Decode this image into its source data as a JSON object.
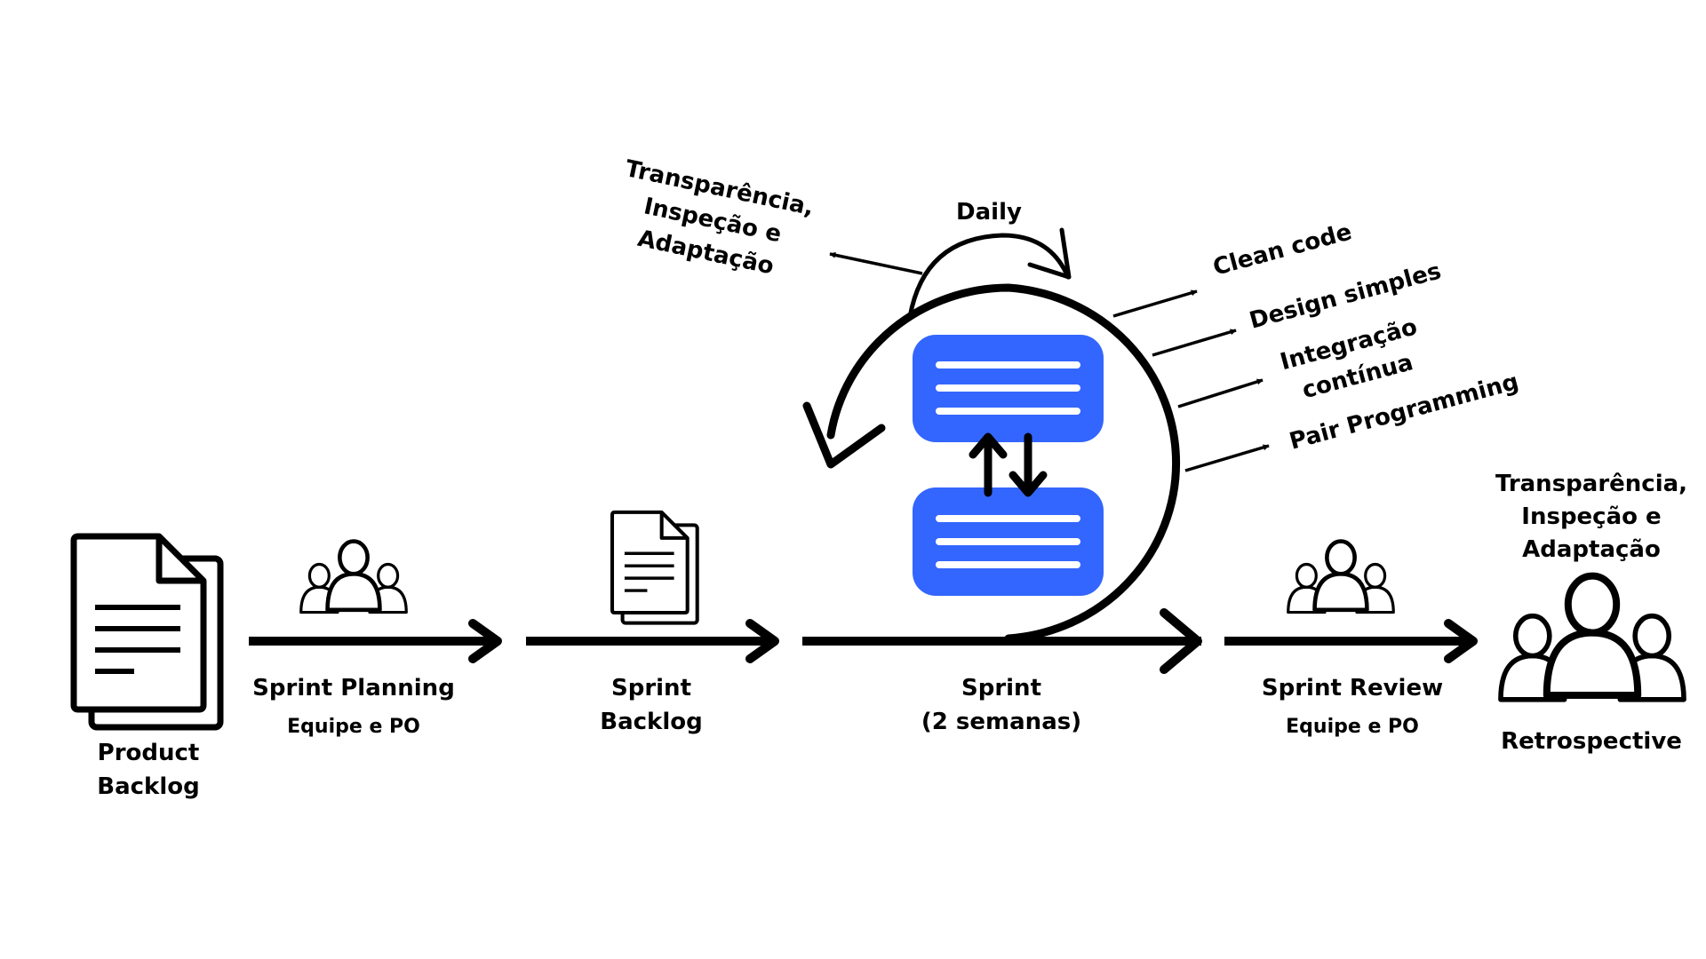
{
  "colors": {
    "ink": "#000000",
    "accent": "#3366FF",
    "background": "#FFFFFF",
    "line": "#FFFFFF"
  },
  "product_backlog": {
    "icon": "document-stack-icon",
    "line1": "Product",
    "line2": "Backlog"
  },
  "sprint_planning": {
    "icon": "team-icon",
    "title": "Sprint Planning",
    "subtitle": "Equipe e PO"
  },
  "sprint_backlog": {
    "icon": "document-stack-icon",
    "line1": "Sprint",
    "line2": "Backlog"
  },
  "sprint": {
    "line1": "Sprint",
    "line2": "(2 semanas)",
    "daily": "Daily",
    "icon": "sprint-cycle-icon",
    "swap_icon": "swap-arrows-icon"
  },
  "daily_values": {
    "line1": "Transparência,",
    "line2": "Inspeção e",
    "line3": "Adaptação"
  },
  "practices": [
    {
      "line1": "Clean code"
    },
    {
      "line1": "Design simples"
    },
    {
      "line1": "Integração",
      "line2": "contínua"
    },
    {
      "line1": "Pair Programming"
    }
  ],
  "sprint_review": {
    "icon": "team-icon",
    "title": "Sprint Review",
    "subtitle": "Equipe e PO"
  },
  "retrospective": {
    "icon": "team-icon",
    "title": "Retrospective",
    "line1": "Transparência,",
    "line2": "Inspeção e",
    "line3": "Adaptação"
  }
}
